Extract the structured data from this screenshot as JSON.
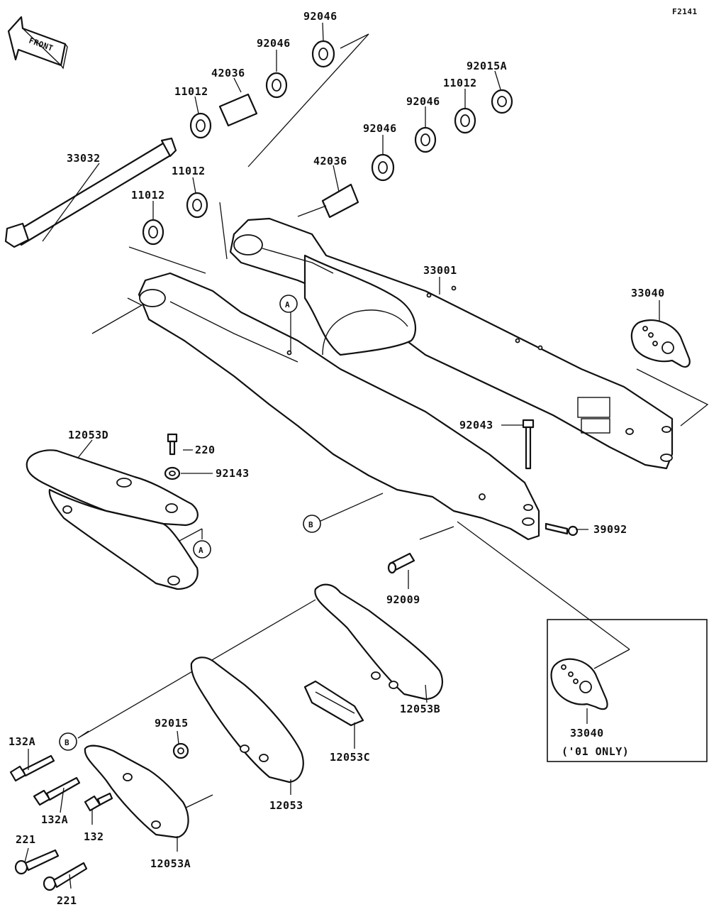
{
  "diagram_code": "F2141",
  "front_label": "FRONT",
  "callouts": {
    "a_marker": "A",
    "b_marker": "B"
  },
  "parts": {
    "p92046_a": "92046",
    "p92046_b": "92046",
    "p42036_a": "42036",
    "p11012_a": "11012",
    "p33032": "33032",
    "p11012_b": "11012",
    "p11012_c": "11012",
    "p92015a": "92015A",
    "p11012_d": "11012",
    "p92046_c": "92046",
    "p92046_d": "92046",
    "p42036_b": "42036",
    "p33001": "33001",
    "p33040_a": "33040",
    "p12053d": "12053D",
    "p220": "220",
    "p92143": "92143",
    "p92043": "92043",
    "p39092": "39092",
    "p92009": "92009",
    "p92015": "92015",
    "p132a_a": "132A",
    "p132a_b": "132A",
    "p132": "132",
    "p221_a": "221",
    "p221_b": "221",
    "p12053": "12053",
    "p12053a": "12053A",
    "p12053b": "12053B",
    "p12053c": "12053C",
    "p33040_b": "33040",
    "p33040_note": "('01 ONLY)"
  }
}
